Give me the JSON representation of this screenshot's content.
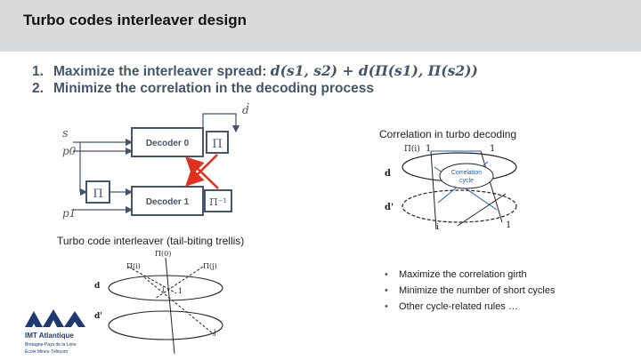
{
  "header": {
    "title": "Turbo codes interleaver design"
  },
  "objectives": [
    {
      "number": "1.",
      "text": "Maximize the interleaver spread: ",
      "formula": "d(s1, s2) + d(Π(s1), Π(s2))"
    },
    {
      "number": "2.",
      "text": "Minimize the correlation in the decoding process",
      "formula": ""
    }
  ],
  "decoder_diagram": {
    "input_s": "s",
    "input_p0": "p0",
    "input_p1": "p1",
    "output_d": "d̃",
    "decoder0": "Decoder 0",
    "decoder1": "Decoder 1",
    "pi": "Π",
    "pi_inv": "Π⁻¹"
  },
  "correlation": {
    "caption": "Correlation in turbo decoding",
    "label_pi_i": "Π(i)",
    "label_one_top": "1",
    "label_one_right": "1",
    "label_d": "d",
    "label_d_prime": "d'",
    "label_i": "i",
    "label_one_bottom": "1",
    "cycle_label_line1": "Correlation",
    "cycle_label_line2": "cycle"
  },
  "trellis": {
    "caption": "Turbo code interleaver (tail-biting trellis)",
    "label_pi0": "Π(0)",
    "label_pi_i": "Π(i)",
    "label_pi_j": "Π(j)",
    "label_d": "d",
    "label_d_prime": "d'",
    "label_i": "i",
    "label_j": "j",
    "label_one": "1"
  },
  "bullets": [
    "Maximize the correlation girth",
    "Minimize the number of short cycles",
    "Other cycle-related rules …"
  ],
  "logo": {
    "name": "IMT Atlantique",
    "line1": "Bretagne-Pays de la Loire",
    "line2": "École Mines-Télécom"
  },
  "colors": {
    "title_bar": "#d9dbdc",
    "objective_text": "#44546a",
    "decoder_box": "#44546a",
    "cross_arrow": "#e0301e",
    "logo": "#1f3a70"
  }
}
